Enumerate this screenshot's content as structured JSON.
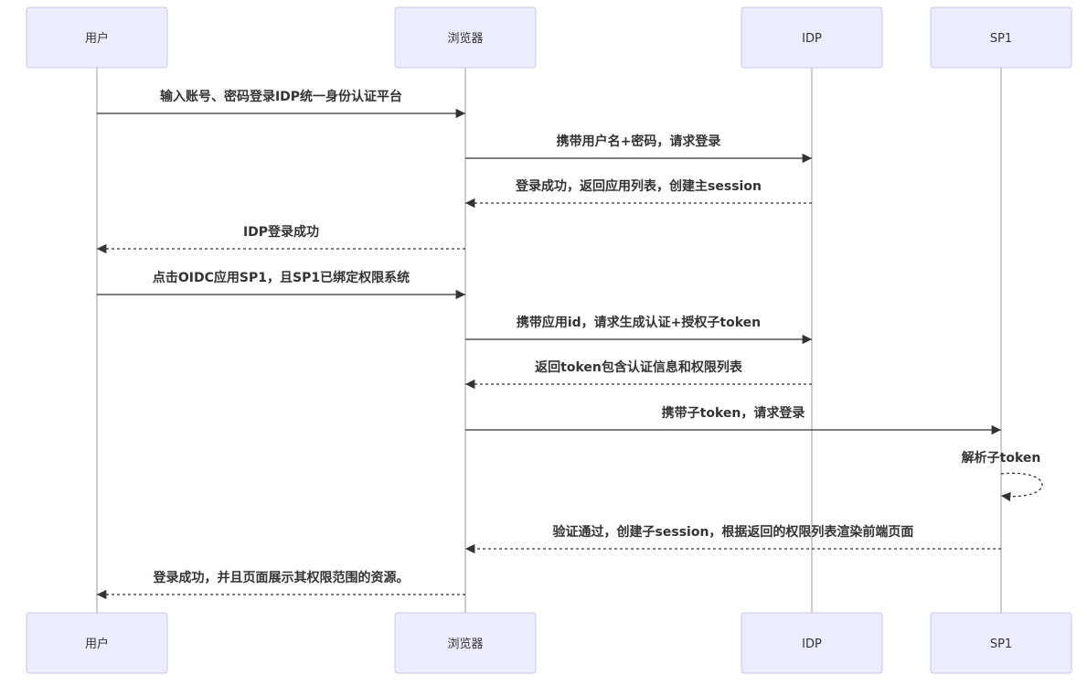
{
  "participants": [
    {
      "id": "user",
      "label": "用户"
    },
    {
      "id": "browser",
      "label": "浏览器"
    },
    {
      "id": "idp",
      "label": "IDP"
    },
    {
      "id": "sp1",
      "label": "SP1"
    }
  ],
  "messages": [
    {
      "from": "user",
      "to": "browser",
      "style": "solid",
      "text": "输入账号、密码登录IDP统一身份认证平台"
    },
    {
      "from": "browser",
      "to": "idp",
      "style": "solid",
      "text": "携带用户名+密码，请求登录"
    },
    {
      "from": "idp",
      "to": "browser",
      "style": "dotted",
      "text": "登录成功，返回应用列表，创建主session"
    },
    {
      "from": "browser",
      "to": "user",
      "style": "dotted",
      "text": "IDP登录成功"
    },
    {
      "from": "user",
      "to": "browser",
      "style": "solid",
      "text": "点击OIDC应用SP1，且SP1已绑定权限系统"
    },
    {
      "from": "browser",
      "to": "idp",
      "style": "solid",
      "text": "携带应用id，请求生成认证+授权子token"
    },
    {
      "from": "idp",
      "to": "browser",
      "style": "dotted",
      "text": "返回token包含认证信息和权限列表"
    },
    {
      "from": "browser",
      "to": "sp1",
      "style": "solid",
      "text": "携带子token，请求登录"
    },
    {
      "from": "sp1",
      "to": "sp1",
      "style": "dotted",
      "text": "解析子token"
    },
    {
      "from": "sp1",
      "to": "browser",
      "style": "dotted",
      "text": "验证通过，创建子session，根据返回的权限列表渲染前端页面"
    },
    {
      "from": "browser",
      "to": "user",
      "style": "dotted",
      "text": "登录成功，并且页面展示其权限范围的资源。"
    }
  ]
}
